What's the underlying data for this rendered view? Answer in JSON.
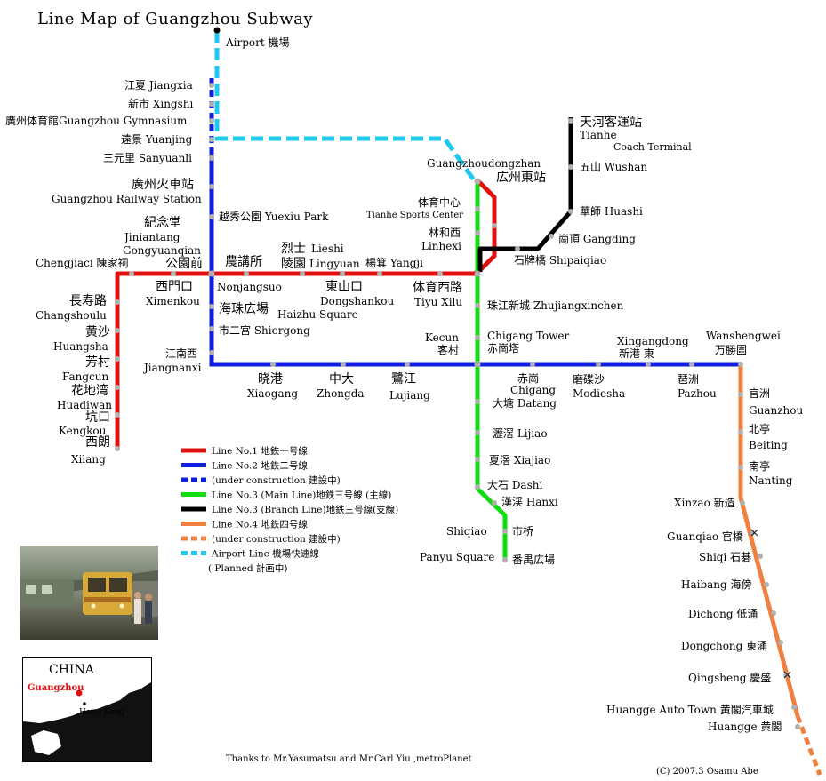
{
  "title": "Line Map of Guangzhou Subway",
  "credits": {
    "thanks": "Thanks to Mr.Yasumatsu and Mr.Carl Yiu ,metroPlanet",
    "copyright": "(C) 2007.3 Osamu Abe"
  },
  "colors": {
    "line1": "#e01010",
    "line2": "#1020e0",
    "line3": "#10dd10",
    "line3b": "#000000",
    "line4": "#f08040",
    "airport": "#20c8f0",
    "station": "#b0b0b0"
  },
  "legend": [
    {
      "label": "Line No.1 地鉄一号線",
      "color": "#e01010",
      "style": "solid"
    },
    {
      "label": "Line No.2 地鉄二号線",
      "color": "#1020e0",
      "style": "solid"
    },
    {
      "label": "(under construction 建設中)",
      "color": "#1020e0",
      "style": "dashed"
    },
    {
      "label": "Line No.3 (Main Line)地鉄三号線 (主線)",
      "color": "#10dd10",
      "style": "solid"
    },
    {
      "label": "Line No.3 (Branch Line)地鉄三号線(支線)",
      "color": "#000000",
      "style": "solid"
    },
    {
      "label": "Line No.4 地鉄四号線",
      "color": "#f08040",
      "style": "solid"
    },
    {
      "label": "(under construction 建設中)",
      "color": "#f08040",
      "style": "dashed"
    },
    {
      "label": "Airport Line 機場快速線",
      "color": "#20c8f0",
      "style": "dashed"
    },
    {
      "label": "( Planned 計画中)",
      "color": "",
      "style": "none"
    }
  ],
  "inset": {
    "country": "CHINA",
    "city": "Guangzhou",
    "hk": "Hong Kong"
  },
  "labels": [
    "Airport 機場",
    "江夏 Jiangxia",
    "新市 Xingshi",
    "廣州体育館Guangzhou Gymnasium",
    "遠景 Yuanjing",
    "三元里 Sanyuanli",
    "廣州火車站",
    "Guangzhou Railway Station",
    "紀念堂",
    "Jiniantang",
    "Gongyuanqian",
    "公園前",
    "越秀公園 Yuexiu Park",
    "Chengjiaci 陳家祠",
    "農講所",
    "烈士",
    "陵園",
    "Lingyuan",
    "Lieshi",
    "楊箕 Yangji",
    "西門口",
    "Ximenkou",
    "Nonjangsuo",
    "東山口",
    "Dongshankou",
    "体育西路",
    "Tiyu Xilu",
    "長寿路",
    "Changshoulu",
    "黄沙",
    "Huangsha",
    "芳村",
    "Fangcun",
    "花地湾",
    "Huadiwan",
    "坑口",
    "Kengkou",
    "西朗",
    "Xilang",
    "海珠広場",
    "Haizhu Square",
    "市二宮 Shiergong",
    "江南西",
    "Jiangnanxi",
    "晓港",
    "Xiaogang",
    "中大",
    "Zhongda",
    "鷺江",
    "Lujiang",
    "天河客運站",
    "Tianhe",
    "Coach Terminal",
    "五山 Wushan",
    "華師 Huashi",
    "崗頂 Gangding",
    "石牌橋 Shipaiqiao",
    "Guangzhoudongzhan",
    "広州東站",
    "体育中心",
    "Tianhe Sports Center",
    "林和西",
    "Linhexi",
    "珠江新城 Zhujiangxinchen",
    "Kecun",
    "客村",
    "Chigang Tower",
    "赤崗塔",
    "赤崗",
    "Chigang",
    "磨碟沙",
    "Modiesha",
    "Xingangdong",
    "新港 東",
    "琶洲",
    "Pazhou",
    "Wanshengwei",
    "万勝圍",
    "大塘 Datang",
    "瀝滘 Lijiao",
    "夏滘 Xiajiao",
    "大石 Dashi",
    "漢渓 Hanxi",
    "Shiqiao",
    "市桥",
    "Panyu Square",
    "番禺広場",
    "官洲",
    "Guanzhou",
    "北亭",
    "Beiting",
    "南亭",
    "Nanting",
    "Xinzao 新造",
    "Guanqiao 官橋",
    "Shiqi 石碁",
    "Haibang 海傍",
    "Dichong 低涌",
    "Dongchong 東涌",
    "Qingsheng 慶盛",
    "Huangge Auto Town 黄閣汽車城",
    "Huangge 黄閣"
  ]
}
